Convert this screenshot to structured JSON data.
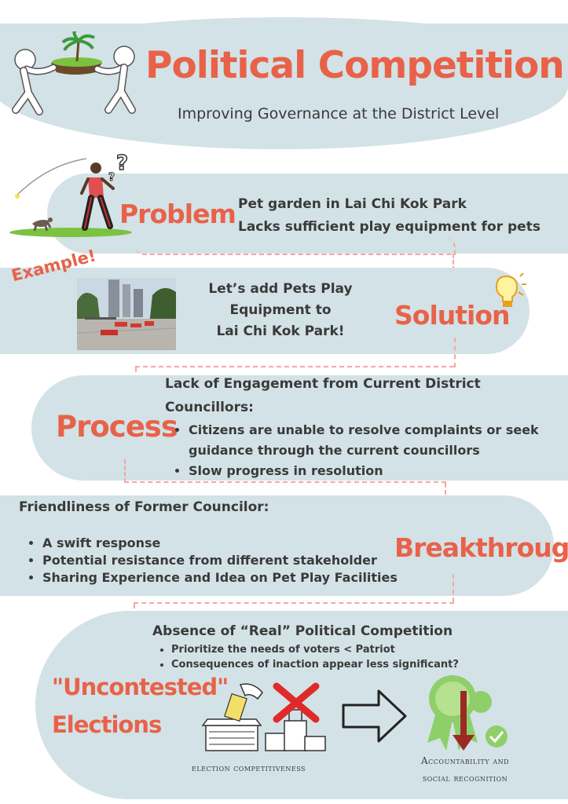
{
  "header": {
    "title": "Political Competition",
    "subtitle": "Improving Governance at the District Level"
  },
  "problem": {
    "heading": "Problem",
    "lines": [
      "Pet garden in Lai Chi Kok Park",
      "Lacks sufficient play equipment for pets"
    ]
  },
  "solution": {
    "badge": "Example!",
    "heading": "Solution",
    "lines": [
      "Let’s add Pets Play",
      "Equipment to",
      "Lai Chi Kok Park!"
    ]
  },
  "process": {
    "heading": "Process",
    "lead_lines": [
      "Lack of Engagement from Current District",
      "Councillors:"
    ],
    "bullets": [
      "Citizens are unable to resolve complaints or seek guidance through the  current councillors",
      "Slow progress in resolution"
    ]
  },
  "breakthrough": {
    "heading": "Breakthrough",
    "lead": "Friendliness of Former Councilor:",
    "bullets": [
      "A swift response",
      "Potential resistance from different stakeholder",
      "Sharing Experience and Idea on Pet Play Facilities"
    ]
  },
  "elections": {
    "heading_line1": "\"Uncontested\"",
    "heading_line2": "Elections",
    "lead": "Absence of “Real” Political Competition",
    "bullets": [
      "Prioritize the needs of voters < Patriot",
      "Consequences of inaction appear less significant?"
    ],
    "caption_left": "Election competitiveness",
    "caption_right_line1": "Accountability and",
    "caption_right_line2": "social recognition"
  },
  "colors": {
    "accent": "#e8624a",
    "band": "#d3e2e6",
    "text": "#3a3a3a",
    "dash": "#f4a9a0"
  }
}
